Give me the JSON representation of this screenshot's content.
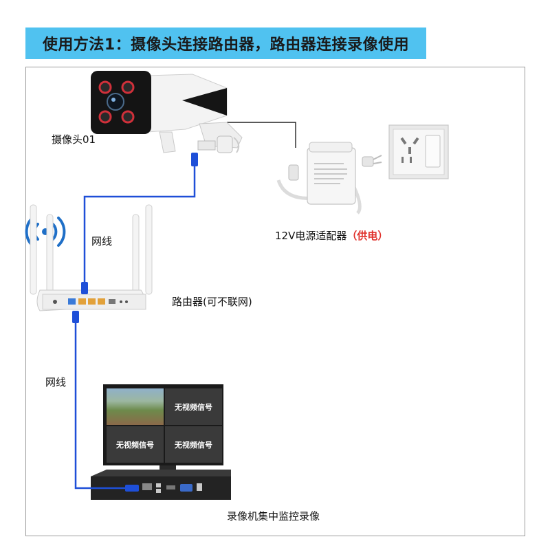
{
  "title": "使用方法1：摄像头连接路由器，路由器连接录像使用",
  "labels": {
    "camera": "摄像头01",
    "adapter": "12V电源适配器",
    "adapter_note": "（供电）",
    "cable_top": "网线",
    "router": "路由器(可不联网)",
    "cable_bottom": "网线",
    "nvr": "录像机集中监控录像"
  },
  "monitor": {
    "quadrants": [
      "",
      "无视频信号",
      "无视频信号",
      "无视频信号"
    ]
  },
  "colors": {
    "banner": "#50c2f0",
    "cable": "#1e4fd8",
    "note": "#e0302a"
  }
}
